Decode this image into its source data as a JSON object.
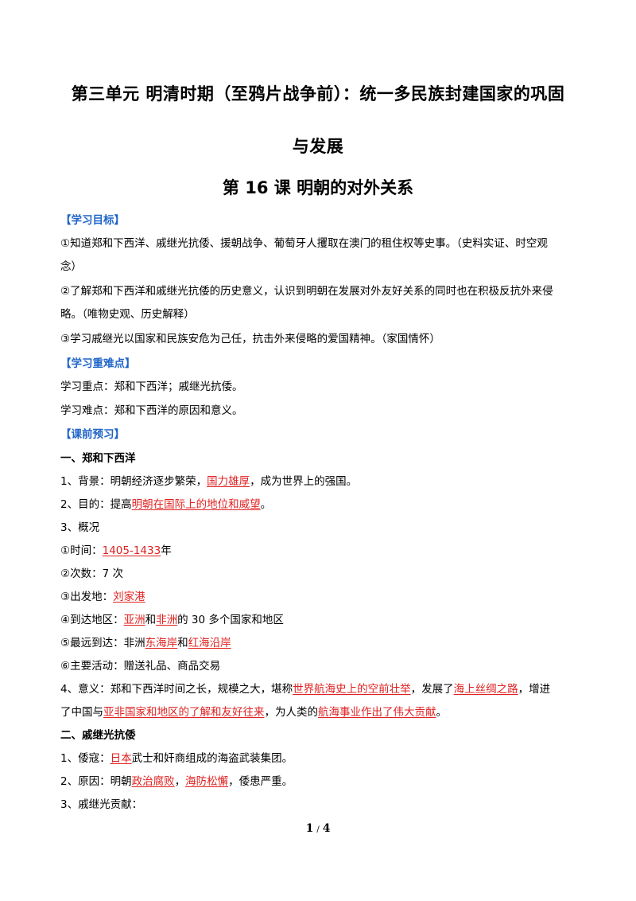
{
  "title": {
    "unit_line1": "第三单元  明清时期（至鸦片战争前）：统一多民族封建国家的巩固",
    "unit_line2": "与发展",
    "lesson": "第 16 课    明朝的对外关系"
  },
  "objectives": {
    "heading": "【学习目标】",
    "item1_line1": "①知道郑和下西洋、戚继光抗倭、援朝战争、葡萄牙人攫取在澳门的租住权等史事。（史料实证、时空观",
    "item1_line2": "念）",
    "item2_line1": "②了解郑和下西洋和戚继光抗倭的历史意义，认识到明朝在发展对外友好关系的同时也在积极反抗外来侵",
    "item2_line2": "略。（唯物史观、历史解释）",
    "item3": "③学习戚继光以国家和民族安危为己任，抗击外来侵略的爱国精神。（家国情怀）"
  },
  "key_points": {
    "heading": "【学习重难点】",
    "focus": "学习重点：郑和下西洋；戚继光抗倭。",
    "difficulty": "学习难点：郑和下西洋的原因和意义。"
  },
  "preview": {
    "heading": "【课前预习】",
    "zhenghe": {
      "heading": "一、郑和下西洋",
      "background_a": "1、背景：明朝经济逐步繁荣，",
      "background_ans": "国力雄厚",
      "background_b": "，成为世界上的强国。",
      "purpose_a": "2、目的：提高",
      "purpose_ans": "明朝在国际上的地位和威望",
      "purpose_b": "。",
      "overview": "3、概况",
      "time_a": "①时间：",
      "time_ans": "1405-1433",
      "time_b": "年",
      "times": "②次数：7 次",
      "origin_a": "③出发地：",
      "origin_ans": "刘家港",
      "reach_a": "④到达地区：",
      "reach_ans1": "亚洲",
      "reach_mid": "和",
      "reach_ans2": "非洲",
      "reach_b": "的 30 多个国家和地区",
      "farthest_a": "⑤最远到达：非洲",
      "farthest_ans1": "东海岸",
      "farthest_mid": "和",
      "farthest_ans2": "红海沿岸",
      "activity": "⑥主要活动：赠送礼品、商品交易",
      "sig_a": "4、意义：郑和下西洋时间之长，规模之大，堪称",
      "sig_ans1": "世界航海史上的空前壮举",
      "sig_b": "，发展了",
      "sig_ans2": "海上丝绸之路",
      "sig_c": "，增进",
      "sig2_a": "了中国与",
      "sig2_ans3": "亚非国家和地区的了解和友好往来",
      "sig2_b": "，为人类的",
      "sig2_ans4": "航海事业作出了伟大贡献",
      "sig2_c": "。"
    },
    "qijiguang": {
      "heading": "二、戚继光抗倭",
      "pirates_a": "1、倭寇：",
      "pirates_ans": "日本",
      "pirates_b": "武士和奸商组成的海盗武装集团。",
      "cause_a": "2、原因：明朝",
      "cause_ans1": "政治腐败",
      "cause_mid": "，",
      "cause_ans2": "海防松懈",
      "cause_b": "，倭患严重。",
      "contrib": "3、戚继光贡献："
    }
  },
  "footer": {
    "current": "1",
    "sep": "/",
    "total": "4"
  },
  "colors": {
    "heading_blue": "#1f64c8",
    "answer_red": "#e02020"
  }
}
